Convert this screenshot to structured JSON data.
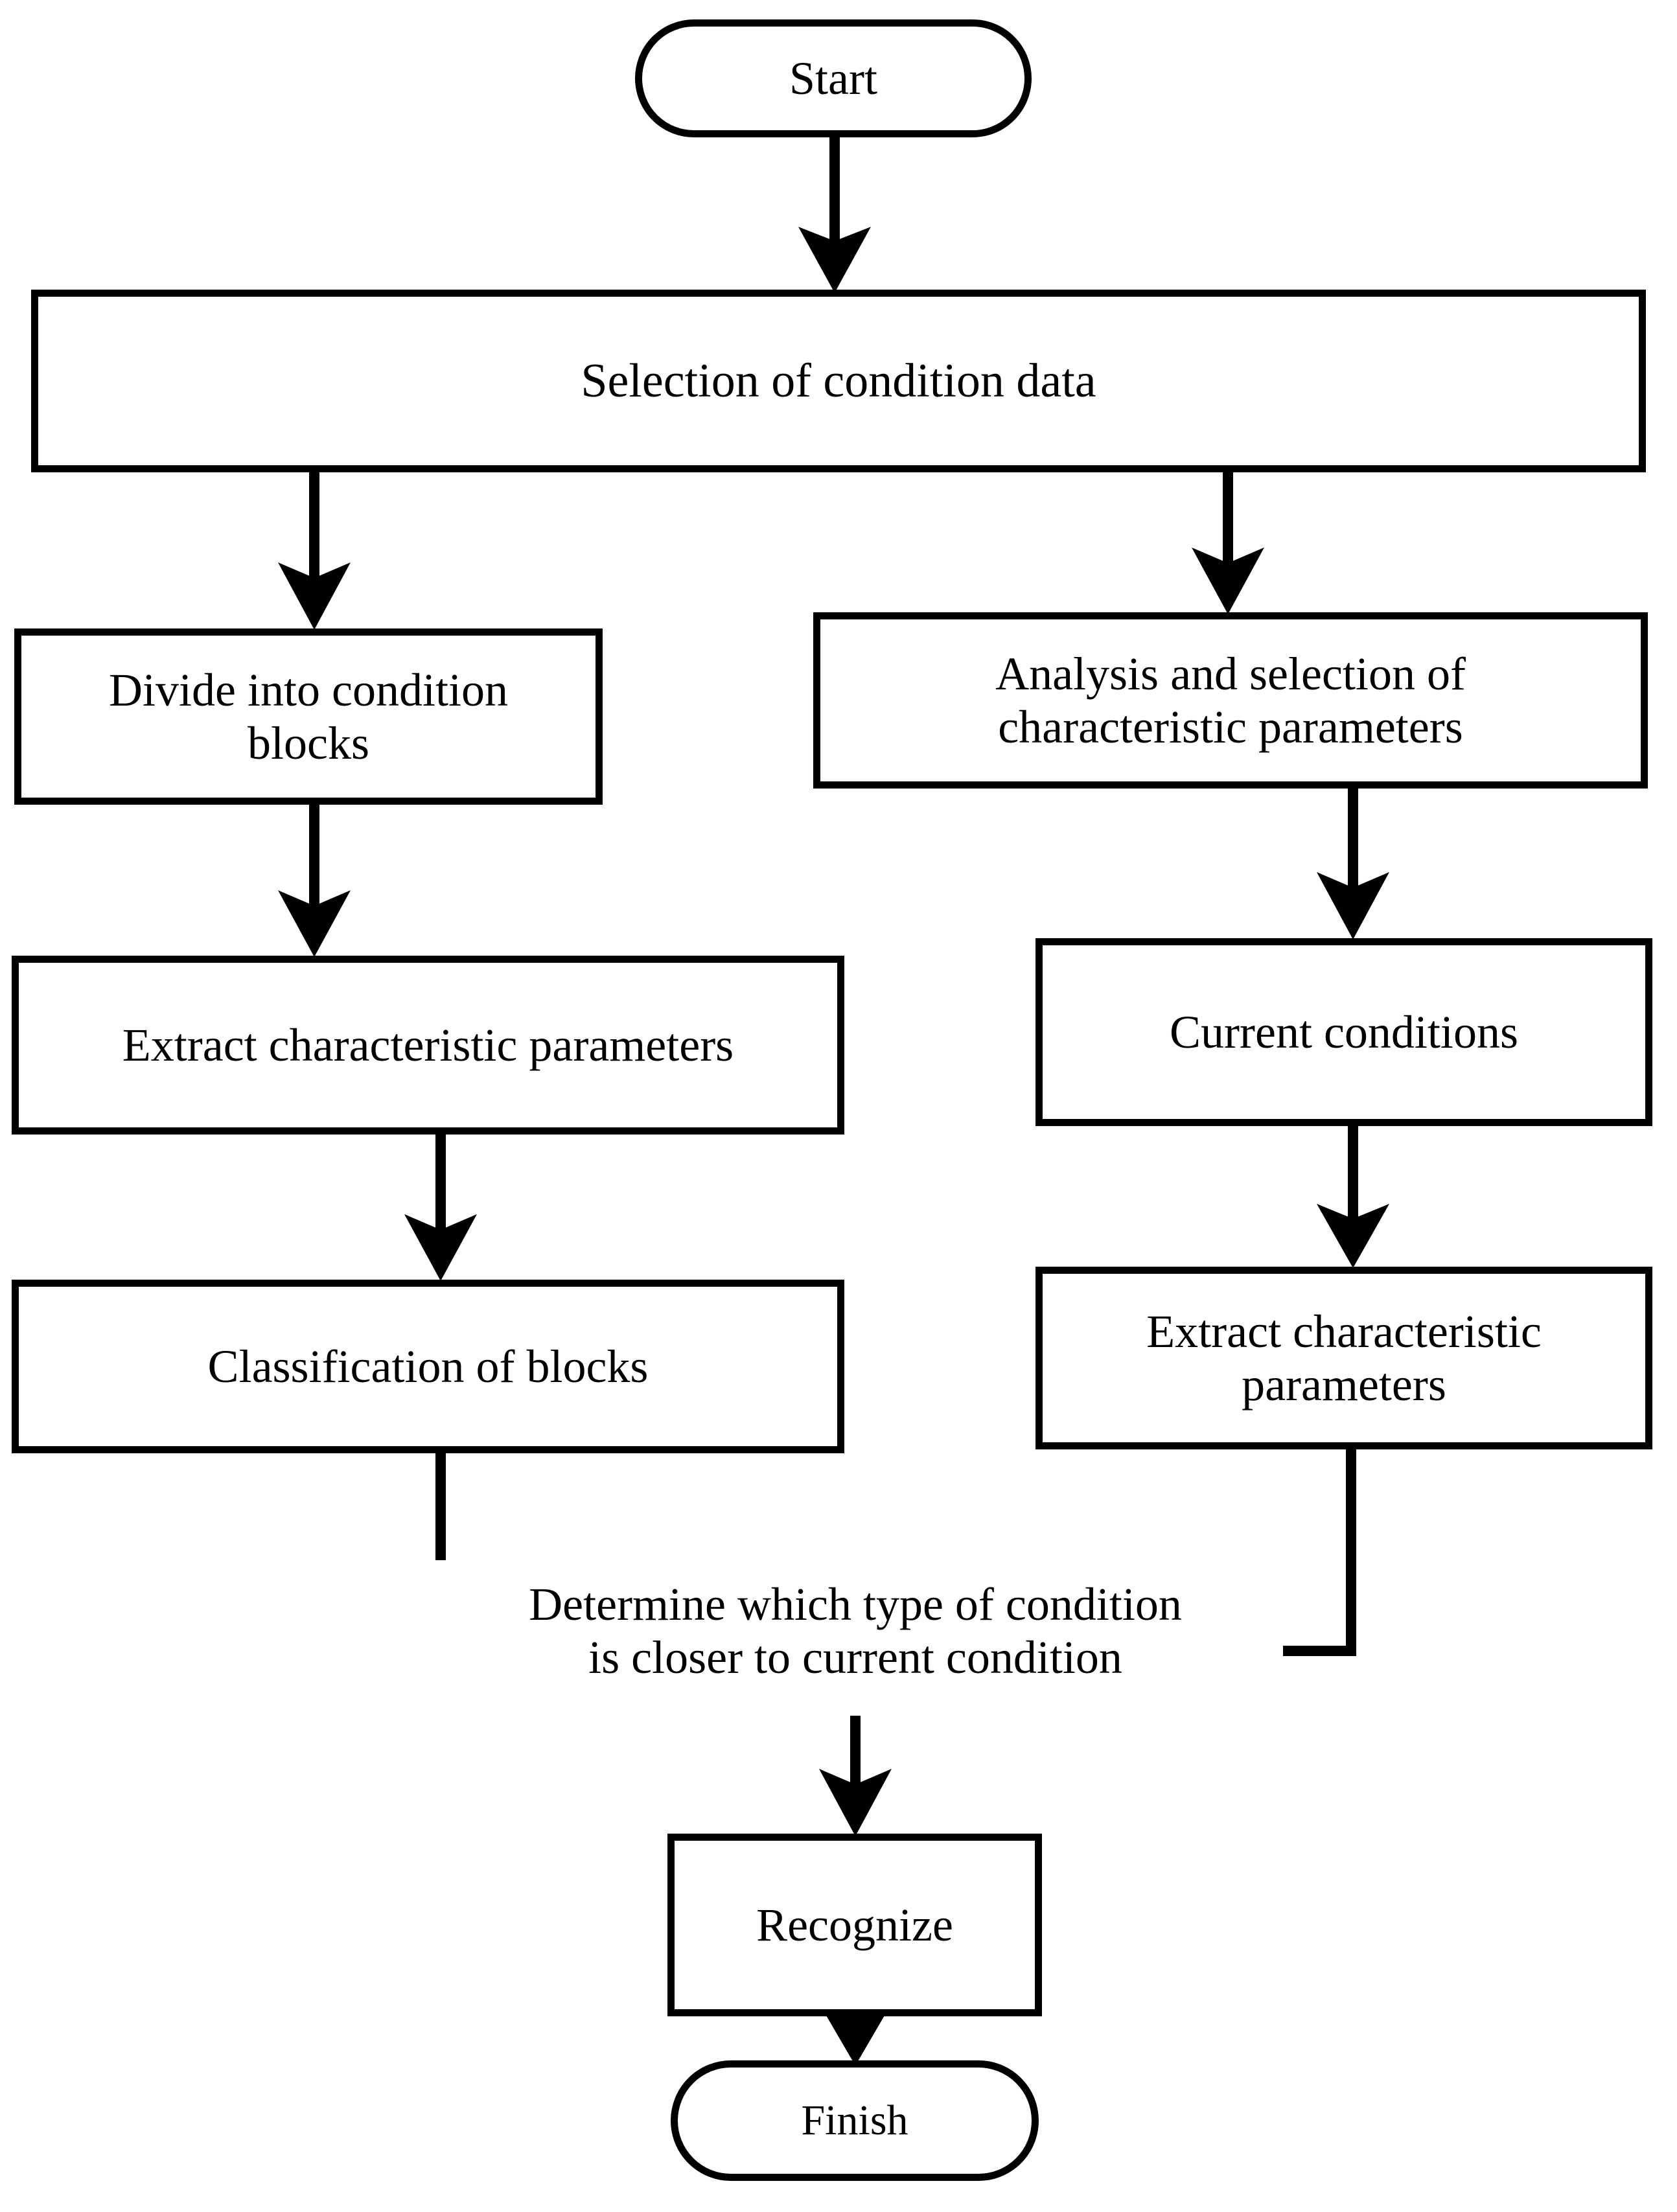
{
  "diagram": {
    "title": "Condition recognition flowchart",
    "background_color": "#ffffff",
    "stroke_color": "#000000",
    "nodes": {
      "start": {
        "label": "Start",
        "shape": "terminal"
      },
      "selection": {
        "label": "Selection of condition data",
        "shape": "process"
      },
      "divide": {
        "label": "Divide into condition\nblocks",
        "shape": "process"
      },
      "analysis": {
        "label": "Analysis and selection of\ncharacteristic parameters",
        "shape": "process"
      },
      "extract_left": {
        "label": "Extract characteristic parameters",
        "shape": "process"
      },
      "current": {
        "label": "Current conditions",
        "shape": "process"
      },
      "classify": {
        "label": "Classification of blocks",
        "shape": "process"
      },
      "extract_right": {
        "label": "Extract characteristic\nparameters",
        "shape": "process"
      },
      "decision": {
        "label": "Determine which type of condition\nis closer to current condition",
        "shape": "text"
      },
      "recognize": {
        "label": "Recognize",
        "shape": "process"
      },
      "finish": {
        "label": "Finish",
        "shape": "terminal"
      }
    },
    "edges": [
      {
        "from": "start",
        "to": "selection",
        "kind": "arrow"
      },
      {
        "from": "selection",
        "to": "divide",
        "kind": "arrow"
      },
      {
        "from": "selection",
        "to": "analysis",
        "kind": "arrow"
      },
      {
        "from": "divide",
        "to": "extract_left",
        "kind": "arrow"
      },
      {
        "from": "analysis",
        "to": "current",
        "kind": "arrow"
      },
      {
        "from": "extract_left",
        "to": "classify",
        "kind": "arrow"
      },
      {
        "from": "current",
        "to": "extract_right",
        "kind": "arrow"
      },
      {
        "from": "classify",
        "to": "decision",
        "kind": "elbow"
      },
      {
        "from": "extract_right",
        "to": "decision",
        "kind": "elbow"
      },
      {
        "from": "decision",
        "to": "recognize",
        "kind": "arrow"
      },
      {
        "from": "recognize",
        "to": "finish",
        "kind": "arrow"
      }
    ]
  }
}
